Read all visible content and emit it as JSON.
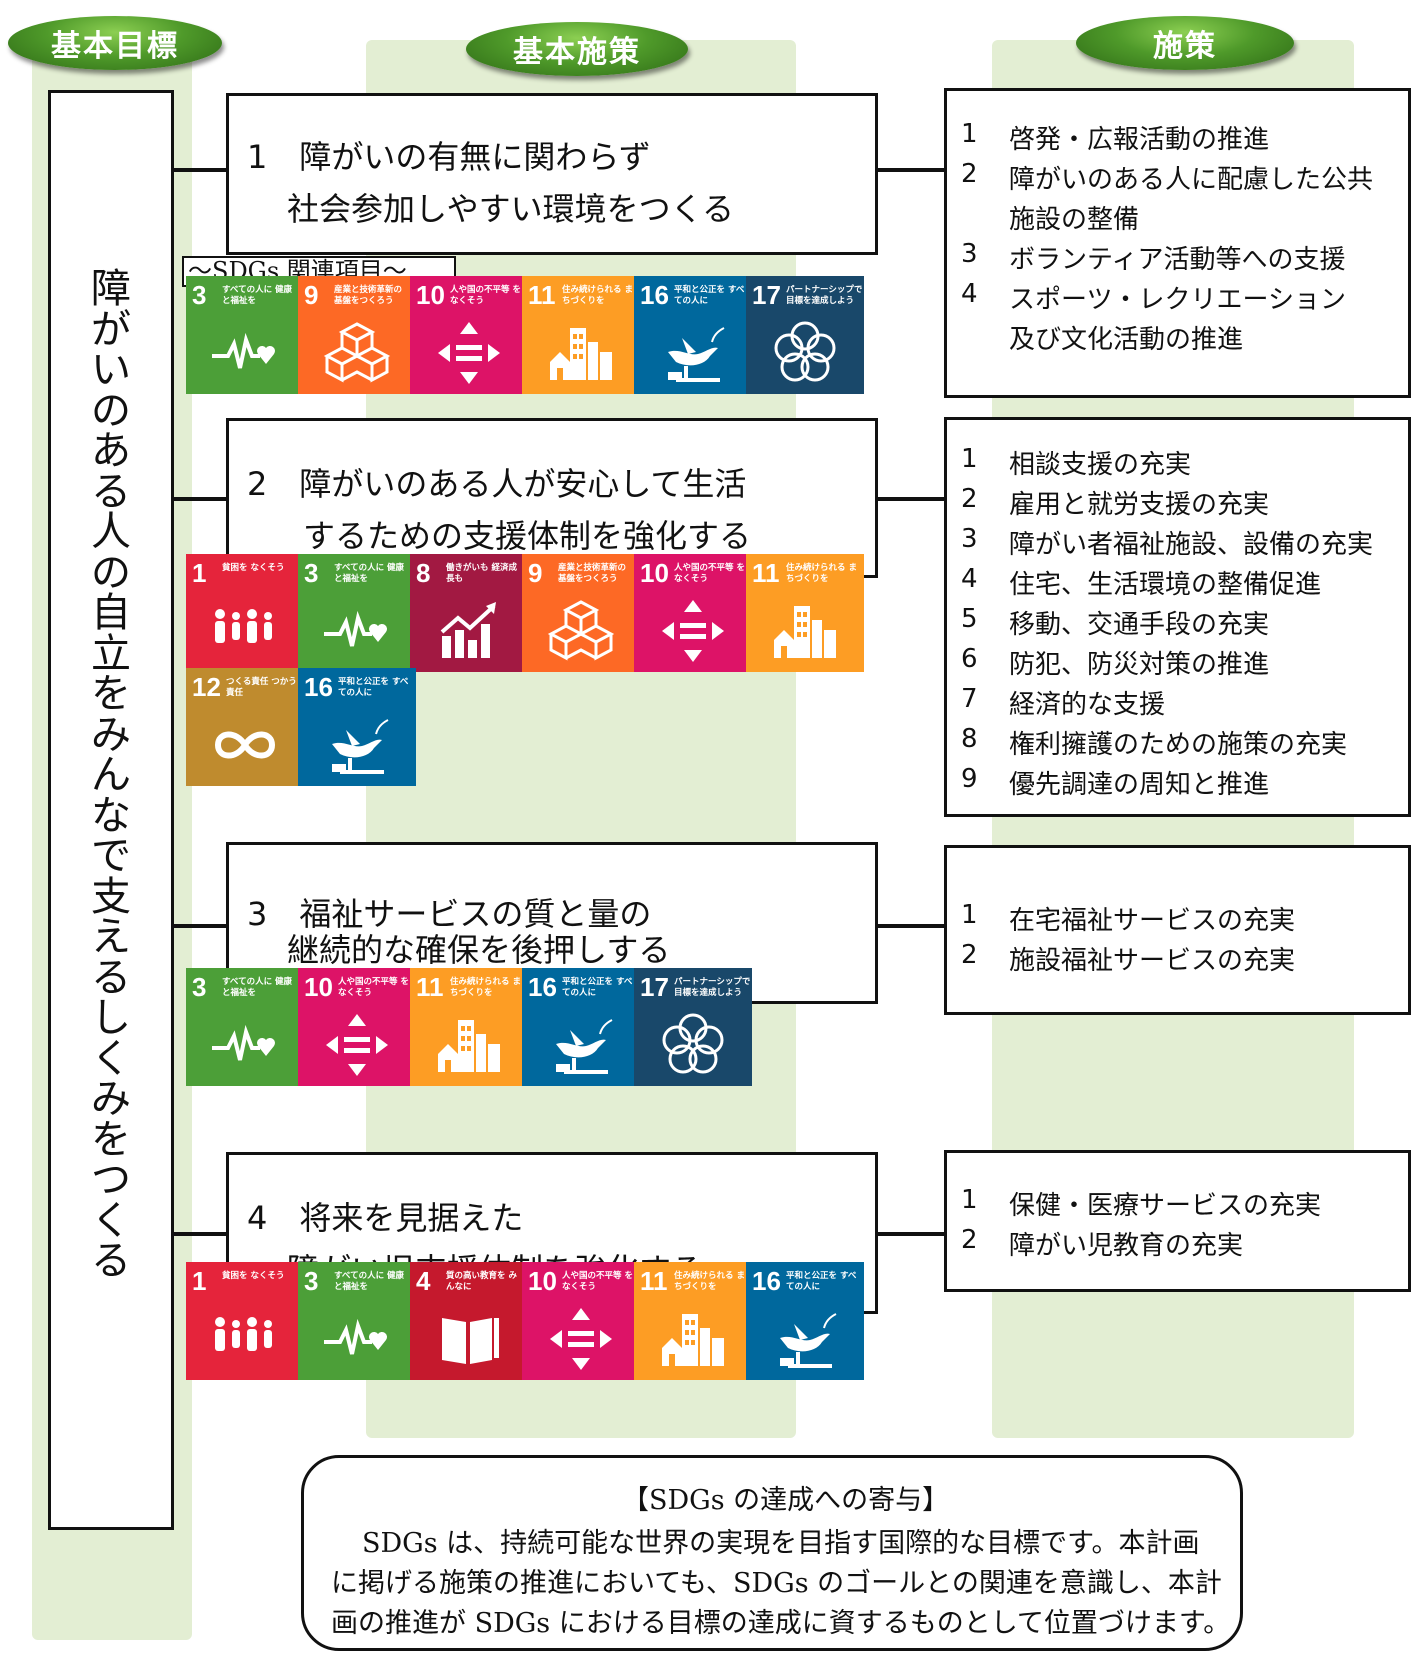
{
  "headers": {
    "goal": "基本目標",
    "policy": "基本施策",
    "measures": "施策"
  },
  "goal_text": [
    "障",
    "が",
    "い",
    "の",
    "あ",
    "る",
    "人",
    "の",
    "自",
    "立",
    "を",
    "み",
    "ん",
    "な",
    "で",
    "支",
    "え",
    "る",
    "し",
    "く",
    "み",
    "を",
    "つ",
    "く",
    "る"
  ],
  "sdg_label": "～SDGs 関連項目～",
  "sdg_goals": {
    "1": {
      "num": "1",
      "label": "貧困を なくそう",
      "color": "#e5243b",
      "icon": "people-icon"
    },
    "3": {
      "num": "3",
      "label": "すべての人に 健康と福祉を",
      "color": "#4c9f38",
      "icon": "heartbeat-icon"
    },
    "4": {
      "num": "4",
      "label": "質の高い教育を みんなに",
      "color": "#c5192d",
      "icon": "book-icon"
    },
    "8": {
      "num": "8",
      "label": "働きがいも 経済成長も",
      "color": "#a21942",
      "icon": "growth-chart-icon"
    },
    "9": {
      "num": "9",
      "label": "産業と技術革新の 基盤をつくろう",
      "color": "#fd6925",
      "icon": "cubes-icon"
    },
    "10": {
      "num": "10",
      "label": "人や国の不平等 をなくそう",
      "color": "#dd1367",
      "icon": "equality-icon"
    },
    "11": {
      "num": "11",
      "label": "住み続けられる まちづくりを",
      "color": "#fd9d24",
      "icon": "city-icon"
    },
    "12": {
      "num": "12",
      "label": "つくる責任 つかう責任",
      "color": "#bf8b2e",
      "icon": "infinity-icon"
    },
    "16": {
      "num": "16",
      "label": "平和と公正を すべての人に",
      "color": "#00689d",
      "icon": "dove-icon"
    },
    "17": {
      "num": "17",
      "label": "パートナーシップで 目標を達成しよう",
      "color": "#19486a",
      "icon": "flower-icon"
    }
  },
  "policies": [
    {
      "lines": [
        "1　障がいの有無に関わらず",
        "社会参加しやすい環境をつくる"
      ],
      "sdgs": [
        "3",
        "9",
        "10",
        "11",
        "16",
        "17"
      ]
    },
    {
      "lines": [
        "2　障がいのある人が安心して生活",
        "するための支援体制を強化する"
      ],
      "sdgs": [
        "1",
        "3",
        "8",
        "9",
        "10",
        "11",
        "12",
        "16"
      ]
    },
    {
      "lines": [
        "3　福祉サービスの質と量の",
        "継続的な確保を後押しする"
      ],
      "sdgs": [
        "3",
        "10",
        "11",
        "16",
        "17"
      ]
    },
    {
      "lines": [
        "4　将来を見据えた",
        "障がい児支援体制を強化する"
      ],
      "sdgs": [
        "1",
        "3",
        "4",
        "10",
        "11",
        "16"
      ]
    }
  ],
  "measures": [
    [
      {
        "n": "1",
        "lines": [
          "啓発・広報活動の推進"
        ]
      },
      {
        "n": "2",
        "lines": [
          "障がいのある人に配慮した公共",
          "施設の整備"
        ]
      },
      {
        "n": "3",
        "lines": [
          "ボランティア活動等への支援"
        ]
      },
      {
        "n": "4",
        "lines": [
          "スポーツ・レクリエーション",
          "及び文化活動の推進"
        ]
      }
    ],
    [
      {
        "n": "1",
        "lines": [
          "相談支援の充実"
        ]
      },
      {
        "n": "2",
        "lines": [
          "雇用と就労支援の充実"
        ]
      },
      {
        "n": "3",
        "lines": [
          "障がい者福祉施設、設備の充実"
        ]
      },
      {
        "n": "4",
        "lines": [
          "住宅、生活環境の整備促進"
        ]
      },
      {
        "n": "5",
        "lines": [
          "移動、交通手段の充実"
        ]
      },
      {
        "n": "6",
        "lines": [
          "防犯、防災対策の推進"
        ]
      },
      {
        "n": "7",
        "lines": [
          "経済的な支援"
        ]
      },
      {
        "n": "8",
        "lines": [
          "権利擁護のための施策の充実"
        ]
      },
      {
        "n": "9",
        "lines": [
          "優先調達の周知と推進"
        ]
      }
    ],
    [
      {
        "n": "1",
        "lines": [
          "在宅福祉サービスの充実"
        ]
      },
      {
        "n": "2",
        "lines": [
          "施設福祉サービスの充実"
        ]
      }
    ],
    [
      {
        "n": "1",
        "lines": [
          "保健・医療サービスの充実"
        ]
      },
      {
        "n": "2",
        "lines": [
          "障がい児教育の充実"
        ]
      }
    ]
  ],
  "note": {
    "title": "【SDGs の達成への寄与】",
    "lines": [
      "SDGs は、持続可能な世界の実現を目指す国際的な目標です。本計画",
      "に掲げる施策の推進においても、SDGs のゴールとの関連を意識し、本計",
      "画の推進が SDGs における目標の達成に資するものとして位置づけます。"
    ]
  }
}
